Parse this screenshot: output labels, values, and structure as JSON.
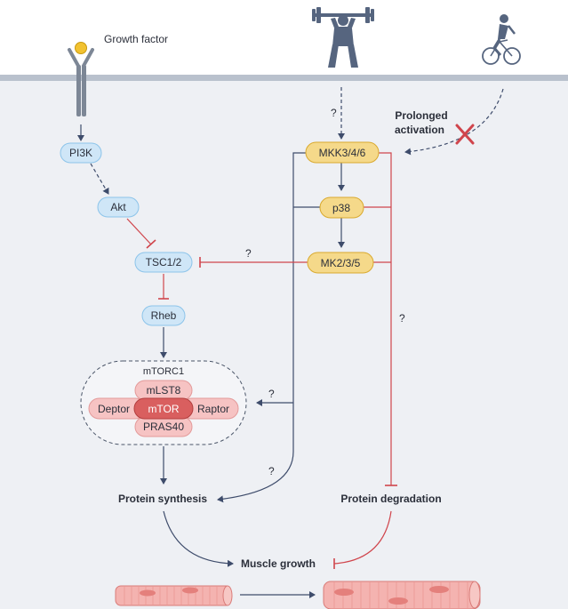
{
  "labels": {
    "growth_factor": "Growth factor",
    "prolonged_line1": "Prolonged",
    "prolonged_line2": "activation",
    "pi3k": "PI3K",
    "akt": "Akt",
    "tsc": "TSC1/2",
    "rheb": "Rheb",
    "mtorc1": "mTORC1",
    "mlst8": "mLST8",
    "deptor": "Deptor",
    "mtor": "mTOR",
    "raptor": "Raptor",
    "pras40": "PRAS40",
    "mkk": "MKK3/4/6",
    "p38": "p38",
    "mk": "MK2/3/5",
    "protein_synthesis": "Protein synthesis",
    "protein_degradation": "Protein degradation",
    "muscle_growth": "Muscle growth",
    "q1": "?",
    "q2": "?",
    "q3": "?",
    "q4": "?",
    "q5": "?"
  },
  "colors": {
    "background": "#eef0f4",
    "top": "#ffffff",
    "membrane": "#b9c1cd",
    "blue_fill": "#cfe6f7",
    "yellow_fill": "#f5d98a",
    "pink_fill": "#f6c3c3",
    "mtor_fill": "#d95f5f",
    "arrow_dark": "#3e4c6b",
    "inhibit_red": "#d0454c"
  }
}
